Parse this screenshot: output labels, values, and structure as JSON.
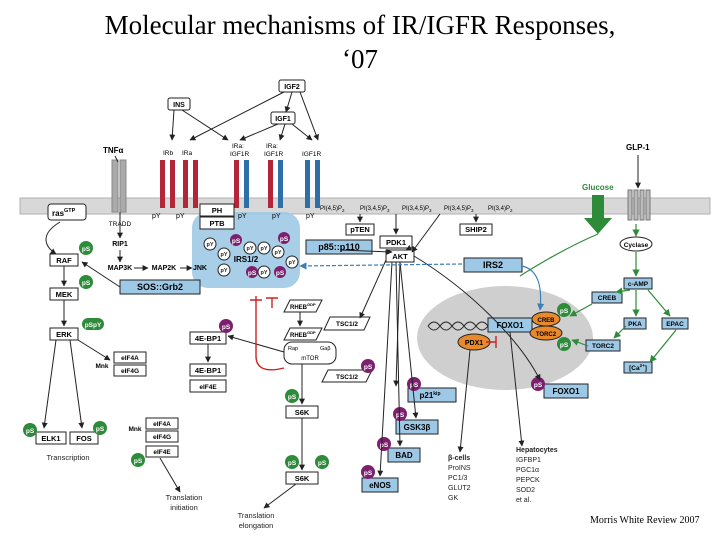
{
  "title": {
    "line1": "Molecular mechanisms of IR/IGFR Responses,",
    "line2": "‘07"
  },
  "credit": "Morris White Review 2007",
  "colors": {
    "green": "#2e8b3a",
    "purple": "#7b1f6e",
    "blue_node": "#9ec9e6",
    "orange": "#e8892b",
    "receptor_red": "#b3263a",
    "receptor_blue": "#2f6fa8",
    "membrane": "#d8d8d8",
    "gray_zone": "#cfcfcf",
    "arrow_red": "#cc2222"
  },
  "ligands": {
    "igf2": "IGF2",
    "ins": "INS",
    "igf1": "IGF1",
    "tnfa": "TNFα",
    "glp1": "GLP-1",
    "glucose": "Glucose"
  },
  "receptors": {
    "irb": "IRb",
    "ira": "IRa",
    "ira_igf1r_1a": "IRa:",
    "ira_igf1r_1b": "IGF1R",
    "ira_igf1r_2a": "IRa:",
    "ira_igf1r_2b": "IGF1R",
    "igf1r": "IGF1R"
  },
  "membrane_labels": {
    "ras": "ras",
    "ras_sup": "GTP",
    "ph": "PH",
    "ptb": "PTB",
    "py1": "pY",
    "py2": "pY",
    "py3": "pY",
    "py4": "pY",
    "py5": "pY",
    "pi45": "PI(4,5)P",
    "pi45_sub": "2",
    "pi345a": "PI(3,4,5)P",
    "pi345a_sub": "3",
    "pi345b": "PI(3,4,5)P",
    "pi345b_sub": "3",
    "pi345c": "PI(3,4,5)P",
    "pi345c_sub": "3",
    "pi34": "PI(3,4)P",
    "pi34_sub": "2"
  },
  "nodes": {
    "tradd": "TRADD",
    "rip1": "RIP1",
    "map3k": "MAP3K",
    "map2k": "MAP2K",
    "jnk": "JNK",
    "raf": "RAF",
    "mek": "MEK",
    "erk": "ERK",
    "sos_grb2": "SOS::Grb2",
    "pten": "pTEN",
    "ship2": "SHIP2",
    "pdk1": "PDK1",
    "akt": "AKT",
    "irs12": "IRS1/2",
    "p85": "p85::p110",
    "irs2": "IRS2",
    "rheb1": "RHEB",
    "rheb1_sup": "GDP",
    "rheb2": "RHEB",
    "rheb2_sup": "GDP",
    "tsc12a": "TSC1/2",
    "tsc12b": "TSC1/2",
    "raptor": "Rap",
    "gbl": "Gaβ",
    "mtor": "mTOR",
    "ebp1a": "4E-BP1",
    "ebp1b": "4E-BP1",
    "eif4a1": "eIF4A",
    "mnk1": "Mnk",
    "eif4g1": "eIF4G",
    "eif4e1": "eIF4E",
    "eif4a2": "eIF4A",
    "mnk2": "Mnk",
    "eif4g2": "eIF4G",
    "eif4e2": "eIF4E",
    "s6k1": "S6K",
    "s6k2": "S6K",
    "p21": "p21",
    "p21_sup": "kip",
    "gsk3b": "GSK3β",
    "bad": "BAD",
    "enos": "eNOS",
    "foxo1a": "FOXO1",
    "foxo1b": "FOXO1",
    "creb1": "CREB",
    "creb2": "CREB",
    "torc2a": "TORC2",
    "torc2b": "TORC2",
    "pdx1": "PDX1",
    "cyclase": "Cyclase",
    "camp": "c-AMP",
    "pka": "PKA",
    "epac": "EPAC",
    "ca": "[Ca",
    "ca_sup": "2+",
    "ca_end": "]",
    "elk1": "ELK1",
    "fos": "FOS"
  },
  "phospho": {
    "ps": "pS",
    "py": "pY",
    "psy": "pSpY"
  },
  "captions": {
    "transcription": "Transcription",
    "trans_init1": "Translation",
    "trans_init2": "initiation",
    "trans_elong1": "Translation",
    "trans_elong2": "elongation"
  },
  "beta_cells": {
    "header": "β-cells",
    "genes": [
      "ProINS",
      "PC1/3",
      "GLUT2",
      "GK"
    ]
  },
  "hepatocytes": {
    "header": "Hepatocytes",
    "genes": [
      "IGFBP1",
      "PGC1α",
      "PEPCK",
      "SOD2",
      "et al."
    ]
  }
}
